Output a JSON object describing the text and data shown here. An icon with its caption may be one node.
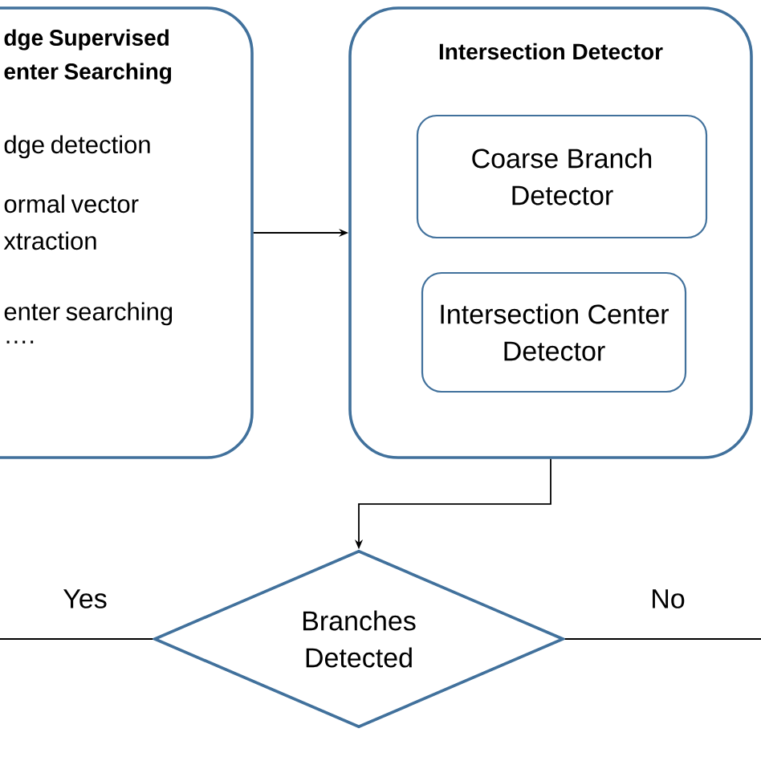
{
  "diagram": {
    "nodes": [
      {
        "text": [
          "dge Supervised enter Searching",
          "dge detection",
          "ormal vector xtraction",
          "enter searching",
          "…."
        ]
      },
      {
        "text": [
          "Intersection Detector"
        ]
      },
      {
        "text": [
          "Coarse Branch Detector"
        ],
        "in": 1
      },
      {
        "text": [
          "Intersection Center Detector"
        ],
        "in": 1
      },
      {
        "text": [
          "Branches Detected"
        ]
      }
    ],
    "edges": [
      {
        "from": 0,
        "to": 1,
        "arrow": "to"
      },
      {
        "from": 1,
        "to": 4,
        "arrow": "to"
      },
      {
        "from": 4,
        "to": null,
        "arrow": "none",
        "label": "Yes"
      },
      {
        "from": 4,
        "to": null,
        "arrow": "none",
        "label": "No"
      }
    ]
  }
}
